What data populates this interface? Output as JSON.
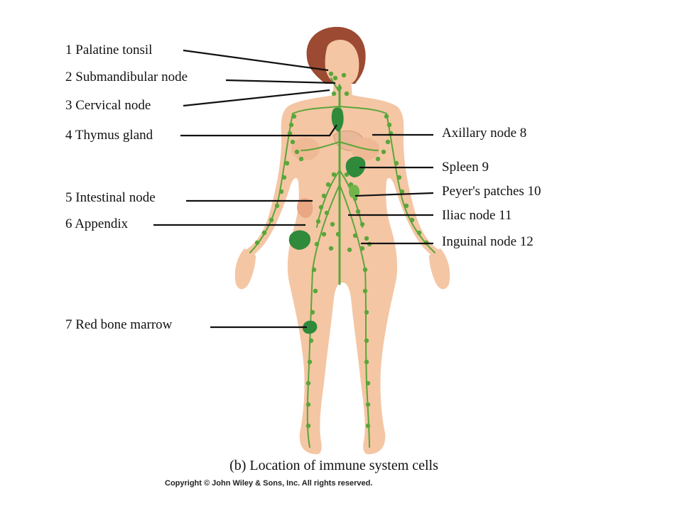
{
  "labels": {
    "l1": "1 Palatine tonsil",
    "l2": "2 Submandibular node",
    "l3": "3 Cervical node",
    "l4": "4 Thymus gland",
    "l5": "5 Intestinal node",
    "l6": "6 Appendix",
    "l7": "7 Red bone marrow",
    "r8": "Axillary node 8",
    "r9": "Spleen 9",
    "r10": "Peyer's patches 10",
    "r11": "Iliac node 11",
    "r12": "Inguinal node 12"
  },
  "caption": "(b) Location of immune system cells",
  "copyright": "Copyright © John Wiley & Sons, Inc. All rights reserved.",
  "colors": {
    "skin": "#f4c6a4",
    "skin_shadow": "#e3a67f",
    "hair": "#9c4a32",
    "lymph": "#5aa63a",
    "organ": "#2f8a3c",
    "stomach": "#e9b79a",
    "leader": "#111111"
  }
}
